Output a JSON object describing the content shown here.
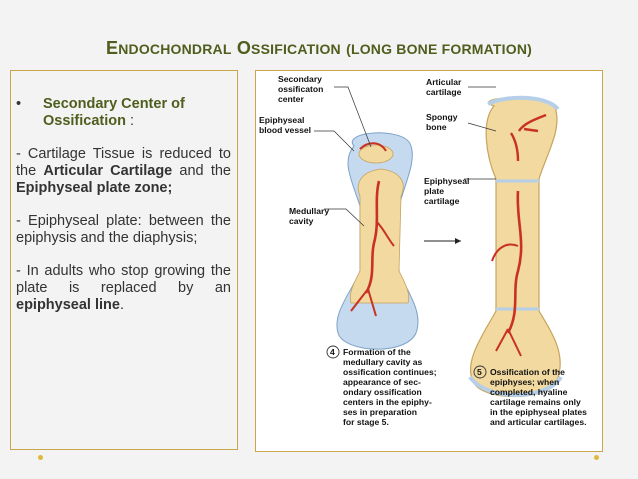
{
  "title": {
    "word1_cap": "E",
    "word1_rest": "NDOCHONDRAL",
    "word2_cap": "O",
    "word2_rest": "SSIFICATION",
    "paren": "(LONG BONE FORMATION)"
  },
  "left": {
    "bullet": "•",
    "heading": "Secondary Center of Ossification",
    "heading_suffix": " :",
    "p1_a": "- Cartilage Tissue is reduced to the ",
    "p1_b": "Articular Cartilage",
    "p1_c": " and the ",
    "p1_d": "Epiphyseal plate zone;",
    "p2": "- Epiphyseal plate: between the epiphysis and the diaphysis;",
    "p3_a": "- In adults who stop growing the plate is replaced by an ",
    "p3_b": "epiphyseal line",
    "p3_c": "."
  },
  "figure": {
    "labels": {
      "secondary_l1": "Secondary",
      "secondary_l2": "ossificaton",
      "secondary_l3": "center",
      "blood_l1": "Epiphyseal",
      "blood_l2": "blood vessel",
      "medullary_l1": "Medullary",
      "medullary_l2": "cavity",
      "articular_l1": "Articular",
      "articular_l2": "cartilage",
      "spongy_l1": "Spongy",
      "spongy_l2": "bone",
      "plate_l1": "Epiphyseal",
      "plate_l2": "plate",
      "plate_l3": "cartilage"
    },
    "caption4": {
      "num": "4",
      "lines": [
        "Formation of the",
        "medullary cavity as",
        "ossification continues;",
        "appearance of sec-",
        "ondary ossification",
        "centers in the epiphy-",
        "ses in preparation",
        "for stage 5."
      ]
    },
    "caption5": {
      "num": "5",
      "lines": [
        "Ossification of the",
        "epiphyses; when",
        "completed, hyaline",
        "cartilage remains only",
        "in the epiphyseal plates",
        "and articular cartilages."
      ]
    }
  },
  "colors": {
    "title": "#4f5d1d",
    "border": "#c9a64a",
    "vessel": "#c8321f",
    "bone": "#f1d9a0",
    "cartilage": "#c5d9ef"
  }
}
